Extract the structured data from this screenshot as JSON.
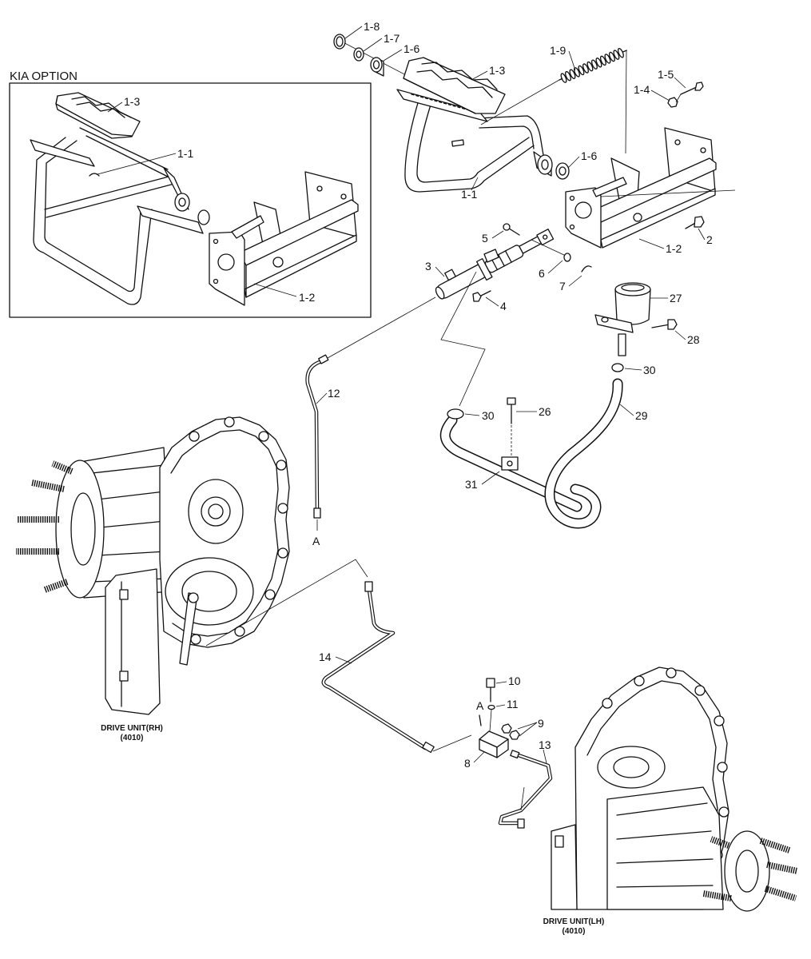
{
  "kia_option": {
    "title": "KIA OPTION",
    "callouts": {
      "pedal_pad": "1-3",
      "pedal_arm": "1-1",
      "bracket": "1-2"
    }
  },
  "callouts": {
    "ring_1_8": "1-8",
    "washer_1_7": "1-7",
    "bushing_1_6_left": "1-6",
    "pedal_pad_1_3": "1-3",
    "spring_1_9": "1-9",
    "bolt_1_5": "1-5",
    "nut_1_4": "1-4",
    "bushing_1_6_right": "1-6",
    "pedal_arm_1_1": "1-1",
    "bracket_1_2": "1-2",
    "bolt_2": "2",
    "pin_5": "5",
    "master_cylinder_3": "3",
    "washer_6": "6",
    "cotter_pin_7": "7",
    "bolt_4": "4",
    "reservoir_27": "27",
    "bolt_28": "28",
    "pipe_12": "12",
    "clamp_30_right": "30",
    "clamp_30_left": "30",
    "bolt_26": "26",
    "hose_29": "29",
    "hose_31": "31",
    "connection_a_top": "A",
    "pipe_14": "14",
    "bolt_10": "10",
    "connection_a_bottom": "A",
    "washer_11": "11",
    "fitting_9": "9",
    "pipe_13": "13",
    "block_8": "8"
  },
  "drive_units": {
    "rh": {
      "name": "DRIVE UNIT(RH)",
      "code": "(4010)"
    },
    "lh": {
      "name": "DRIVE UNIT(LH)",
      "code": "(4010)"
    }
  }
}
